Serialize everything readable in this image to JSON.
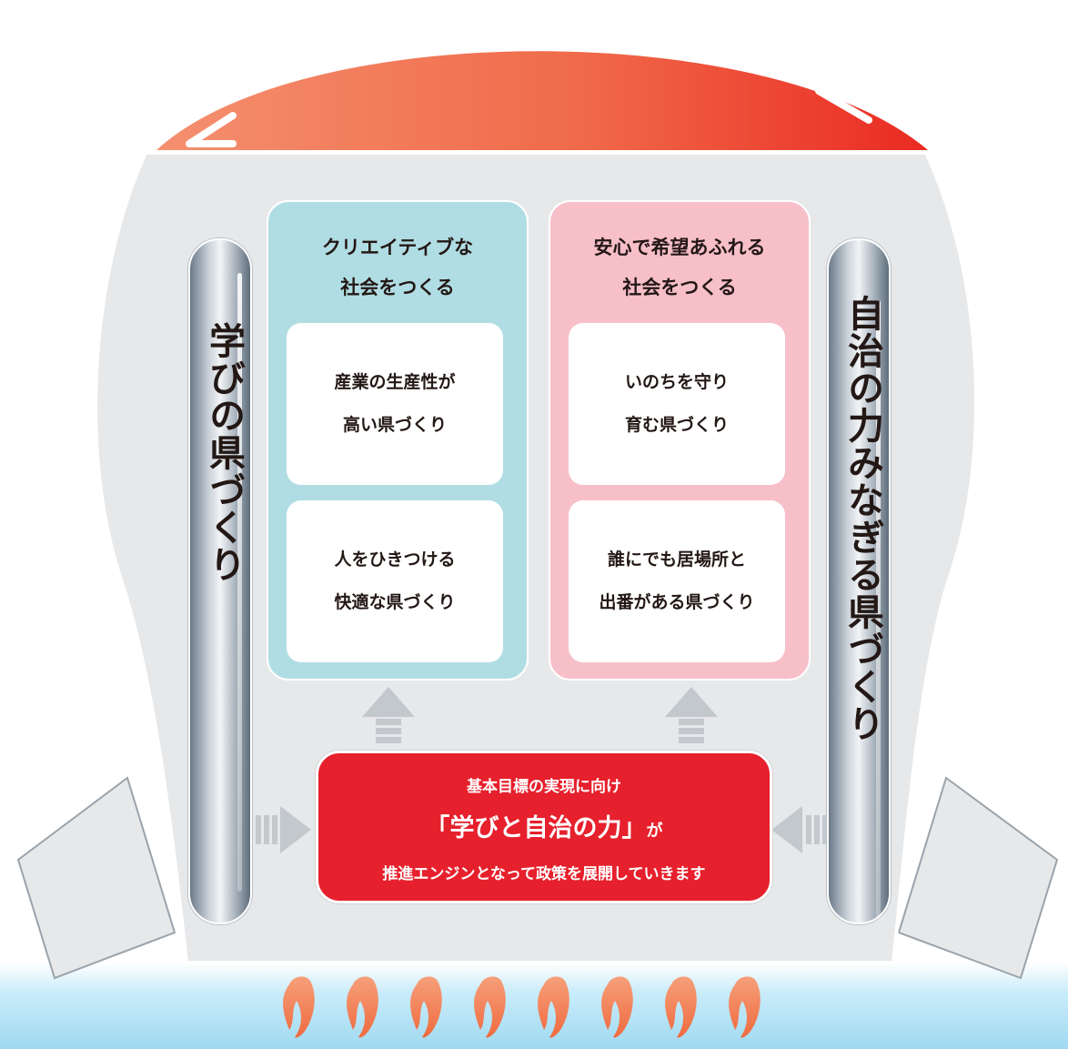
{
  "left_pillar": {
    "label": "学びの県づくり"
  },
  "right_pillar": {
    "label": "自治の力みなぎる県づくり"
  },
  "left_panel": {
    "title_line1": "クリエイティブな",
    "title_line2": "社会をつくる",
    "cards": [
      {
        "line1": "産業の生産性が",
        "line2": "高い県づくり"
      },
      {
        "line1": "人をひきつける",
        "line2": "快適な県づくり"
      }
    ]
  },
  "right_panel": {
    "title_line1": "安心で希望あふれる",
    "title_line2": "社会をつくる",
    "cards": [
      {
        "line1": "いのちを守り",
        "line2": "育む県づくり"
      },
      {
        "line1": "誰にでも居場所と",
        "line2": "出番がある県づくり"
      }
    ]
  },
  "engine": {
    "line1": "基本目標の実現に向け",
    "line2": "「学びと自治の力」",
    "line2_suffix": "が",
    "line3": "推進エンジンとなって政策を展開していきます"
  },
  "colors": {
    "nose_red": "#ea2a22",
    "nose_orange": "#f4896b",
    "body_gray": "#e7e8ea",
    "panel_blue": "#b0dde3",
    "panel_pink": "#f7bfc8",
    "engine_red": "#e6202c",
    "sky_blue": "#9fd9f0",
    "flame_orange": "#f37a4a"
  }
}
